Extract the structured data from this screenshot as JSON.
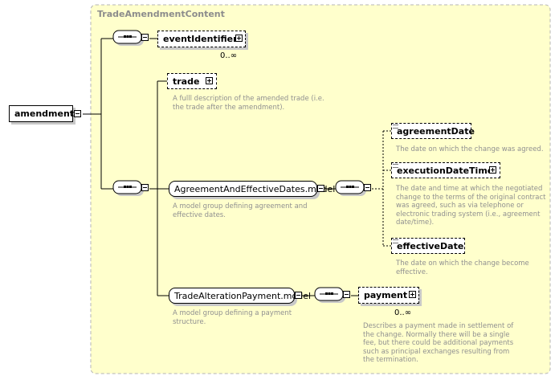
{
  "group": {
    "title": "TradeAmendmentContent"
  },
  "root": {
    "label": "amendment"
  },
  "elements": {
    "event_identifier": {
      "label": "eventIdentifier",
      "occurrence": "0..∞"
    },
    "trade": {
      "label": "trade",
      "description": "A fulll description of the amended trade (i.e.\nthe trade after the amendment)."
    },
    "agreement_dates_model": {
      "label": "AgreementAndEffectiveDates.model",
      "description": "A model group defining agreement and\neffective dates."
    },
    "agreement_date": {
      "label": "agreementDate",
      "description": "The date on which the change was agreed."
    },
    "execution_date_time": {
      "label": "executionDateTime",
      "description": "The date and time at which the negotiated\nchange to the terms of the original contract\nwas agreed, such as via telephone or\nelectronic trading system (i.e., agreement\ndate/time)."
    },
    "effective_date": {
      "label": "effectiveDate",
      "description": "The date on which the change become\neffective."
    },
    "alteration_payment_model": {
      "label": "TradeAlterationPayment.model",
      "description": "A model group defining a payment\nstructure."
    },
    "payment": {
      "label": "payment",
      "occurrence": "0..∞",
      "description": "Describes a payment made in settlement of\nthe change. Normally there will be a single\nfee, but there could be additional payments\nsuch as principal exchanges resulting from\nthe termination."
    }
  },
  "colors": {
    "group_fill": "#ffffcc",
    "group_border": "#b4b4b4",
    "description_text": "#909090",
    "line": "#000000"
  }
}
